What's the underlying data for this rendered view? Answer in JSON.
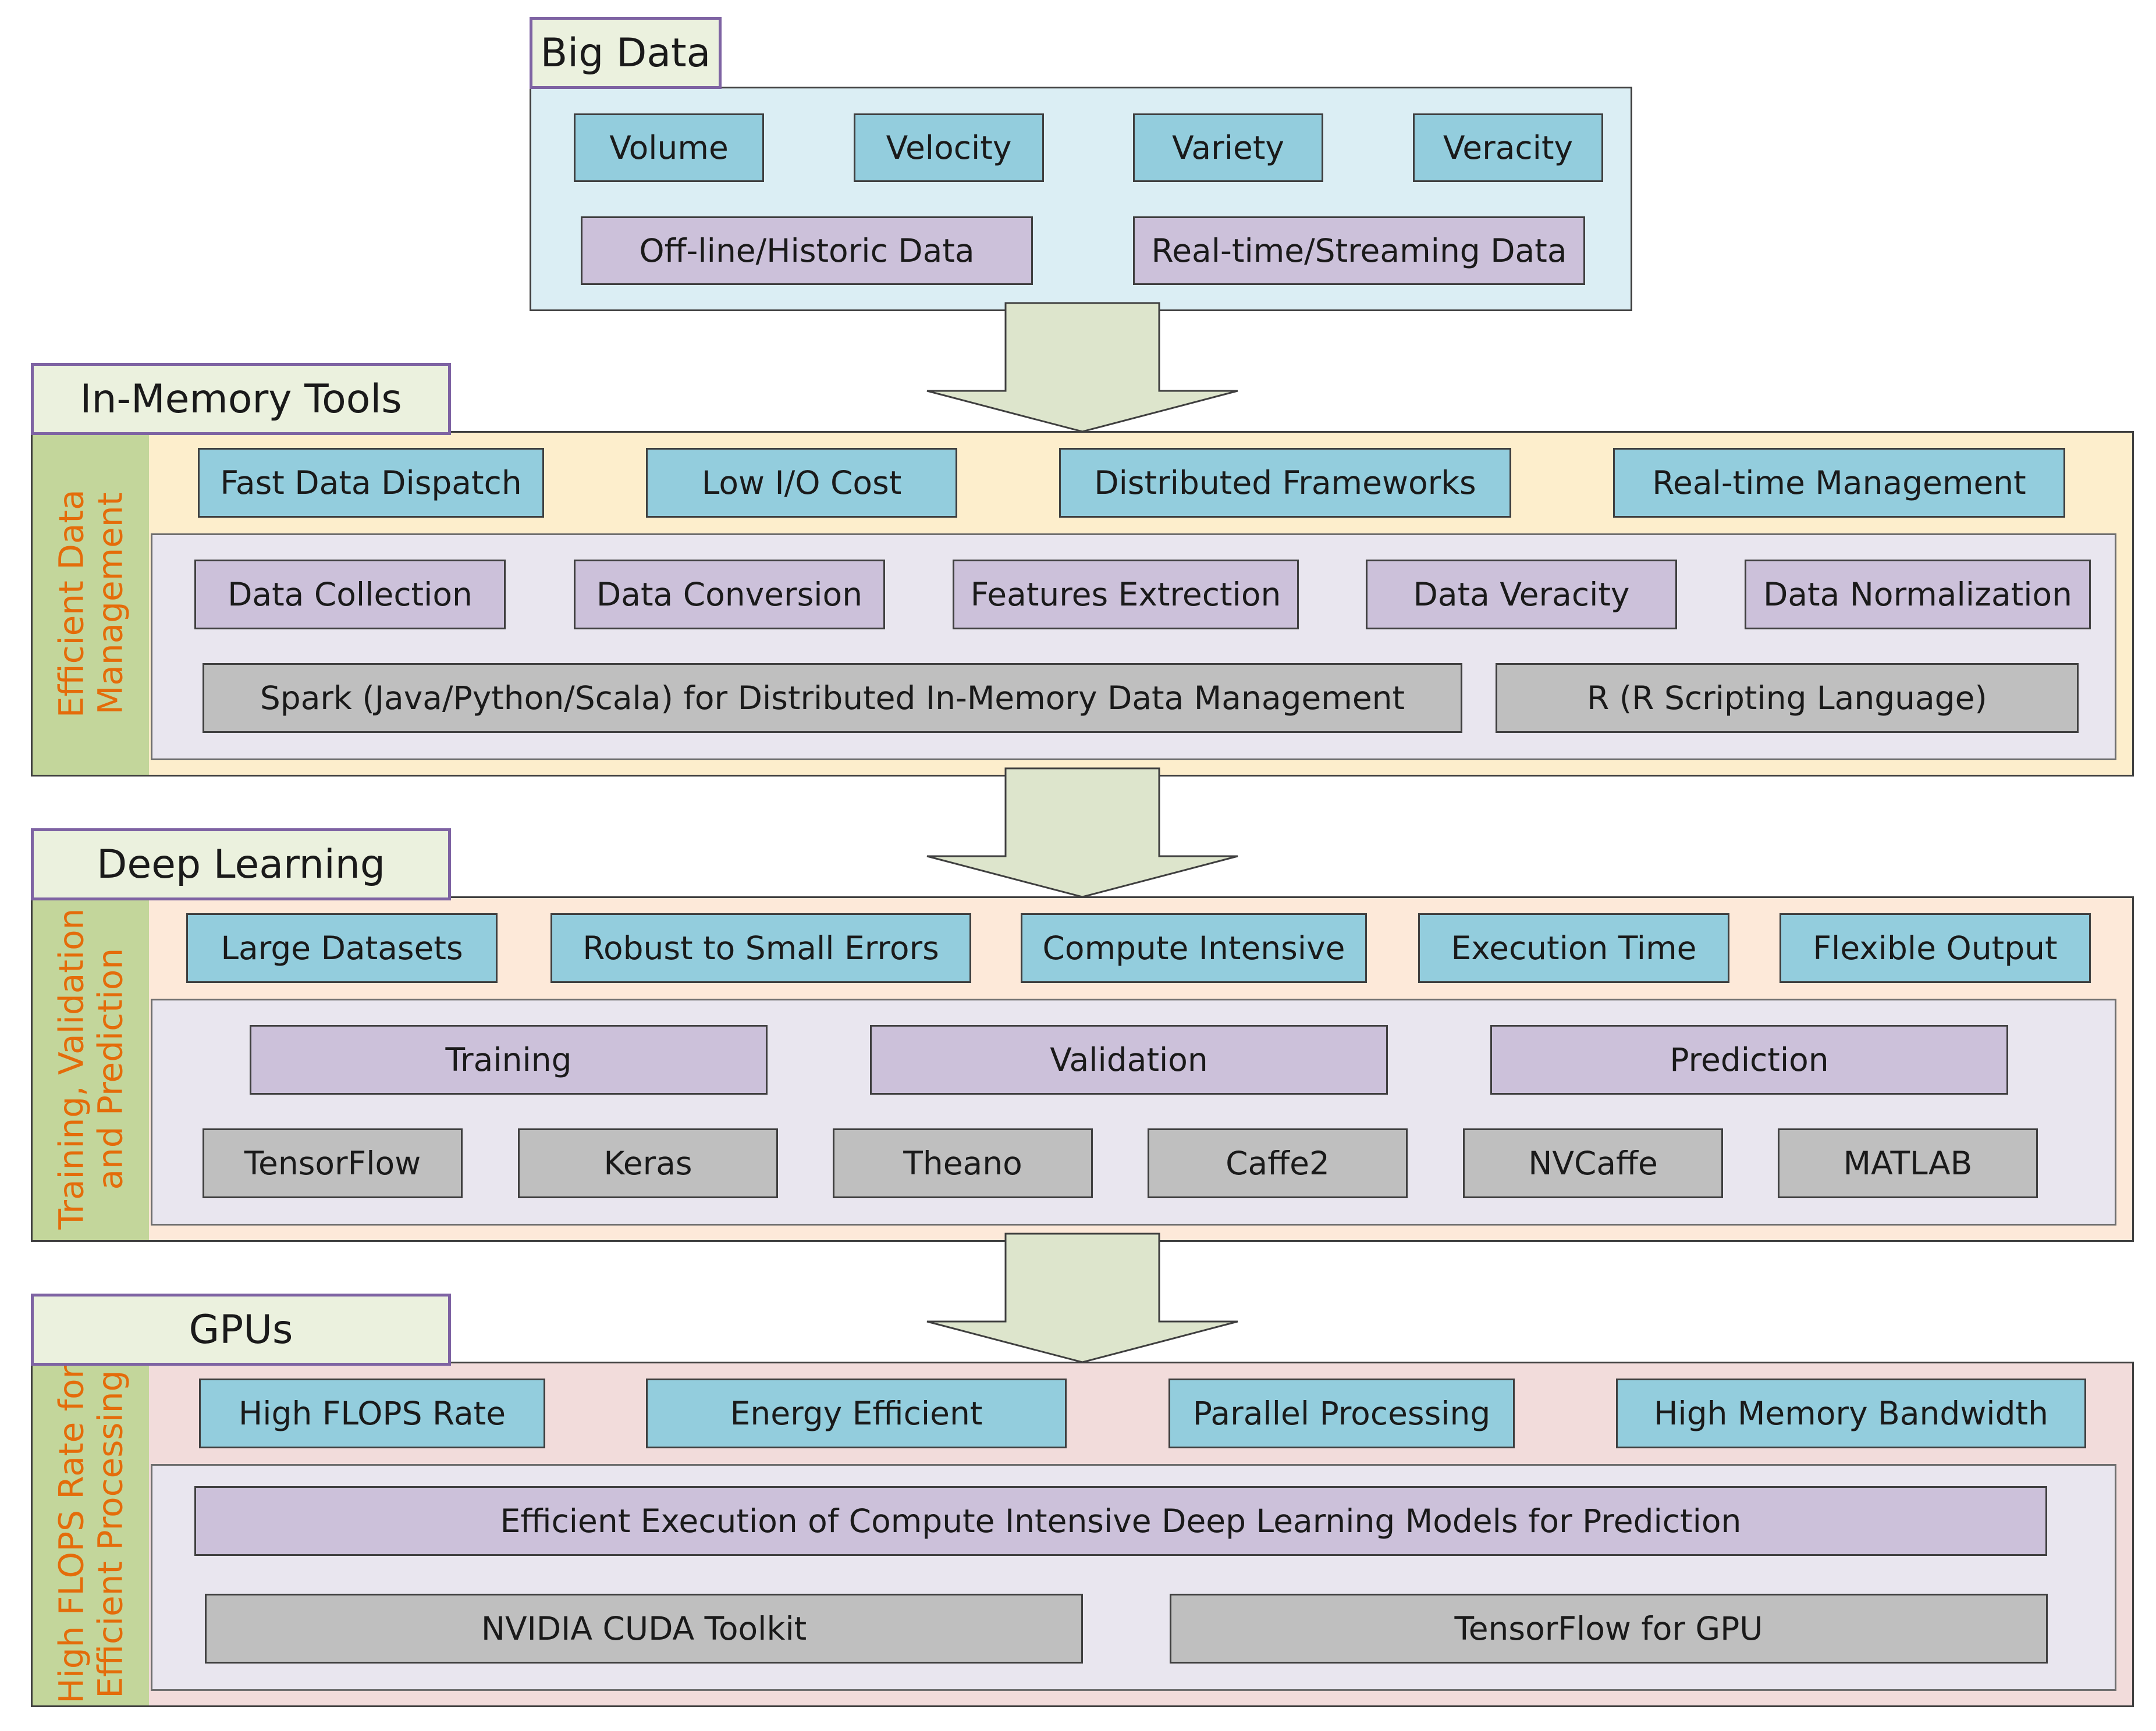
{
  "big_data": {
    "title": "Big Data",
    "row1": [
      "Volume",
      "Velocity",
      "Variety",
      "Veracity"
    ],
    "row2": [
      "Off-line/Historic Data",
      "Real-time/Streaming Data"
    ]
  },
  "in_memory": {
    "title": "In-Memory Tools",
    "side_label": "Efficient Data\nManagement",
    "row1": [
      "Fast Data Dispatch",
      "Low I/O Cost",
      "Distributed Frameworks",
      "Real-time Management"
    ],
    "row2": [
      "Data Collection",
      "Data Conversion",
      "Features Extrection",
      "Data Veracity",
      "Data Normalization"
    ],
    "row3": [
      "Spark (Java/Python/Scala) for Distributed In-Memory Data Management",
      "R (R Scripting Language)"
    ]
  },
  "deep_learning": {
    "title": "Deep Learning",
    "side_label": "Training, Validation\nand Prediction",
    "row1": [
      "Large Datasets",
      "Robust to Small Errors",
      "Compute Intensive",
      "Execution Time",
      "Flexible Output"
    ],
    "row2": [
      "Training",
      "Validation",
      "Prediction"
    ],
    "row3": [
      "TensorFlow",
      "Keras",
      "Theano",
      "Caffe2",
      "NVCaffe",
      "MATLAB"
    ]
  },
  "gpus": {
    "title": "GPUs",
    "side_label": "High FLOPS Rate for\nEfficient Processing",
    "row1": [
      "High FLOPS Rate",
      "Energy Efficient",
      "Parallel Processing",
      "High Memory Bandwidth"
    ],
    "row2": [
      "Efficient Execution of Compute Intensive Deep Learning Models for Prediction"
    ],
    "row3": [
      "NVIDIA CUDA Toolkit",
      "TensorFlow for GPU"
    ]
  },
  "colors": {
    "teal": "#93cddd",
    "lavender": "#ccc1da",
    "gray": "#bfbfbf",
    "side_green": "#c3d69b",
    "side_text": "#e46c0a",
    "tab_border": "#7e63a3",
    "panel_big_data": "#dbeef4",
    "panel_in_memory": "#fdeecc",
    "panel_deep_learning": "#fde9d9",
    "panel_gpus": "#f2dcdb",
    "arrow_fill": "#dde5cc"
  }
}
